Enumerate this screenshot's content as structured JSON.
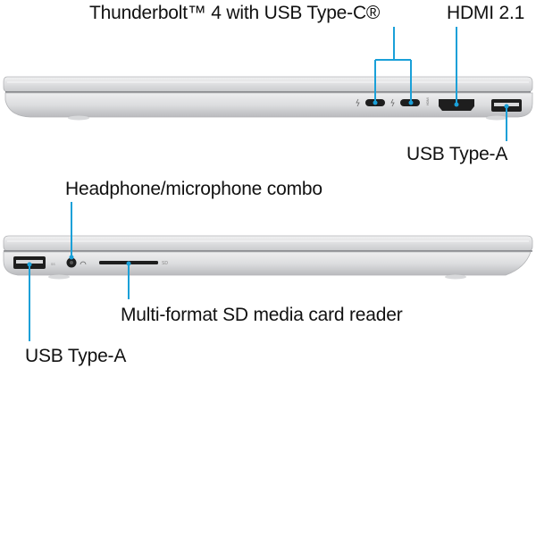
{
  "callouts": {
    "thunderbolt": "Thunderbolt™ 4 with USB Type-C®",
    "hdmi": "HDMI 2.1",
    "usb_a_right": "USB Type-A",
    "headphone": "Headphone/microphone combo",
    "sd_reader": "Multi-format SD media card reader",
    "usb_a_left": "USB Type-A"
  },
  "port_marks": {
    "hdmi_small_text": "HDMI",
    "sd_small_text": "SD"
  },
  "colors": {
    "callout_line": "#1aa0d8",
    "laptop_silver": "#d9dadc",
    "port_dark": "#1e1e1e"
  }
}
